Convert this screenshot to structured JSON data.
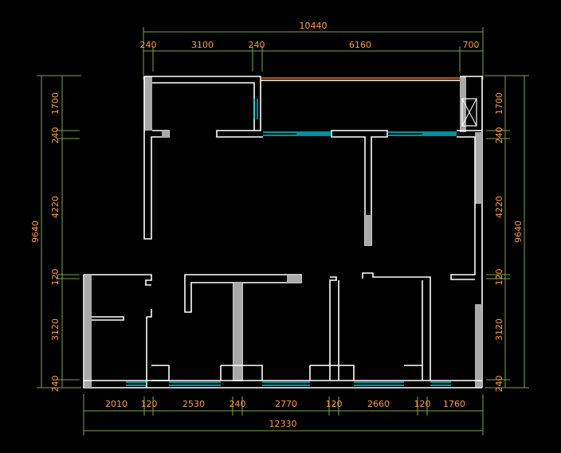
{
  "drawing": {
    "top_total": "10440",
    "top_segments": [
      "240",
      "3100",
      "240",
      "6160",
      "700"
    ],
    "bottom_total": "12330",
    "bottom_segments": [
      "2010",
      "120",
      "2530",
      "240",
      "2770",
      "120",
      "2660",
      "120",
      "1760"
    ],
    "left_total": "9640",
    "left_segments": [
      "1700",
      "240",
      "4220",
      "120",
      "3120",
      "240"
    ],
    "right_total": "9640",
    "right_segments": [
      "1700",
      "240",
      "4220",
      "120",
      "3120",
      "240"
    ]
  },
  "colors": {
    "background": "#000000",
    "dimension_text": "#ff9a3c",
    "dimension_line": "#7aa64a",
    "wall": "#ffffff",
    "wall_hatch": "#a9a9a9",
    "window": "#00e5ff",
    "beam": "#ff6a1a"
  }
}
